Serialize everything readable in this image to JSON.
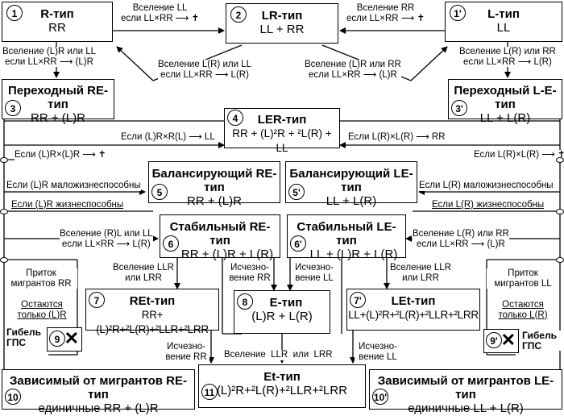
{
  "boxes": {
    "b1": {
      "num": "1",
      "title": "R-тип",
      "formula": "RR"
    },
    "b2": {
      "num": "2",
      "title": "LR-тип",
      "formula": "LL + RR"
    },
    "b1p": {
      "num": "1'",
      "title": "L-тип",
      "formula": "LL"
    },
    "b3": {
      "num": "3",
      "title": "Переходный RE-тип",
      "formula": "RR + (L)R"
    },
    "b3p": {
      "num": "3'",
      "title": "Переходный L-E-тип",
      "formula": "LL + L(R)"
    },
    "b4": {
      "num": "4",
      "title": "LER-тип",
      "formula": "RR + (L)²R + ²L(R) + LL"
    },
    "b5": {
      "num": "5",
      "title": "Балансирующий RE-тип",
      "formula": "RR + (L)R"
    },
    "b5p": {
      "num": "5'",
      "title": "Балансирующий LE-тип",
      "formula": "LL + L(R)"
    },
    "b6": {
      "num": "6",
      "title": "Стабильный RE-тип",
      "formula": "RR + (L)R + L(R)"
    },
    "b6p": {
      "num": "6'",
      "title": "Стабильный LE-тип",
      "formula": "LL + (L)R + L(R)"
    },
    "b7": {
      "num": "7",
      "title": "REt-тип",
      "formula": "RR+(L)²R+²L(R)+²LLR+²LRR"
    },
    "b8": {
      "num": "8",
      "title": "E-тип",
      "formula": "(L)R + L(R)"
    },
    "b7p": {
      "num": "7'",
      "title": "LEt-тип",
      "formula": "LL+(L)²R+²L(R)+²LLR+²LRR"
    },
    "b10": {
      "num": "10",
      "title": "Зависимый от мигрантов RE-тип",
      "formula": "единичные RR + (L)R"
    },
    "b11": {
      "num": "11",
      "title": "Et-тип",
      "formula": "(L)²R+²L(R)+²LLR+²LRR"
    },
    "b10p": {
      "num": "10'",
      "title": "Зависимый от мигрантов LE-тип",
      "formula": "единичные LL + L(R)"
    },
    "b9": {
      "num": "9",
      "label": "Гибель ГПС"
    },
    "b9p": {
      "num": "9'",
      "label": "Гибель ГПС"
    }
  },
  "labels": {
    "l1_2a": "Вселение LL",
    "l1_2b": "если LL×RR ⟶ ✝",
    "l1p_2a": "Вселение RR",
    "l1p_2b": "если LL×RR ⟶ ✝",
    "l1_3a": "Вселение (L)R или LL",
    "l1_3b": "если LL×RR ⟶ (L)R",
    "l2_3a": "Вселение L(R) или LL",
    "l2_3b": "если LL×RR ⟶ L(R)",
    "l2_3pa": "Вселение (L)R или RR",
    "l2_3pb": "если LL×RR ⟶ (L)R",
    "l1p_3pa": "Вселение L(R) или RR",
    "l1p_3pb": "если LL×RR ⟶ L(R)",
    "l4_left": "Если (L)R×R(L) ⟶ LL",
    "l4_right": "Если L(R)×L(R) ⟶ RR",
    "l_left_die": "Если (L)R×(L)R ⟶ ✝",
    "l_right_die": "Если L(R)×L(R) ⟶ ✝",
    "l_left_low": "Если (L)R маложизнеспособны",
    "l_right_low": "Если L(R) маложизнеспособны",
    "l_left_viable": "Если (L)R жизнеспособны",
    "l_right_viable": "Если L(R) жизнеспособны",
    "l6_a": "Вселение (R)L или LL",
    "l6_b": "если LL×RR ⟶ L(R)",
    "l6p_a": "Вселение L(R) или RR",
    "l6p_b": "если LL×RR ⟶ (L)R",
    "l_inflow_rr": "Приток мигрантов RR",
    "l_only_rr": "Остаются только (L)R",
    "l_inflow_ll": "Приток мигрантов LL",
    "l_only_ll": "Остаются только L(R)",
    "l7_in": "Вселение LLR или LRR",
    "l8_rr": "Исчезно- вение RR",
    "l8_ll": "Исчезно- вение LL",
    "l7p_in": "Вселение LLR или LRR",
    "l7_rr": "Исчезно- вение RR",
    "l8_mid": "Вселение  LLR  или  LRR",
    "l7p_ll": "Исчезно- вение LL"
  }
}
